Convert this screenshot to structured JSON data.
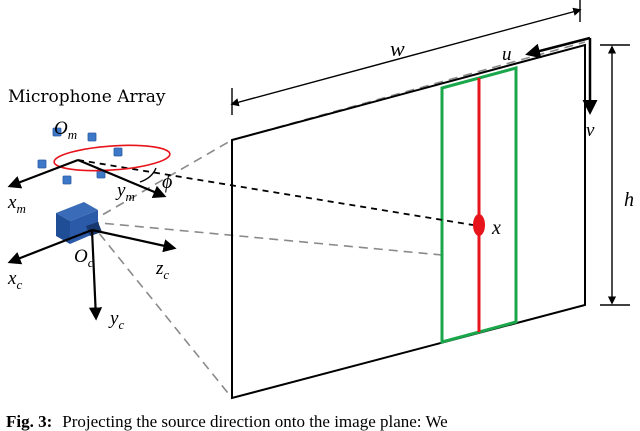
{
  "labels": {
    "microphone_array": "Microphone Array",
    "w": "w",
    "h": "h",
    "u": "u",
    "v": "v",
    "x": "x",
    "O_m": "O",
    "O_m_sub": "m",
    "x_m": "x",
    "x_m_sub": "m",
    "y_m": "y",
    "y_m_sub": "m",
    "phi": "ϕ",
    "O_c": "O",
    "O_c_sub": "c",
    "x_c": "x",
    "x_c_sub": "c",
    "y_c": "y",
    "y_c_sub": "c",
    "z_c": "z",
    "z_c_sub": "c"
  },
  "caption": {
    "prefix": "Fig. 3:",
    "text": "Projecting the source direction onto the image plane: We"
  },
  "colors": {
    "green_band": "#1aa64a",
    "red_line": "#e8141b",
    "mic_blue": "#3d78c8",
    "camera_blue": "#1f4e96",
    "dashed_gray": "#8a8a8a",
    "ink": "#000000"
  }
}
